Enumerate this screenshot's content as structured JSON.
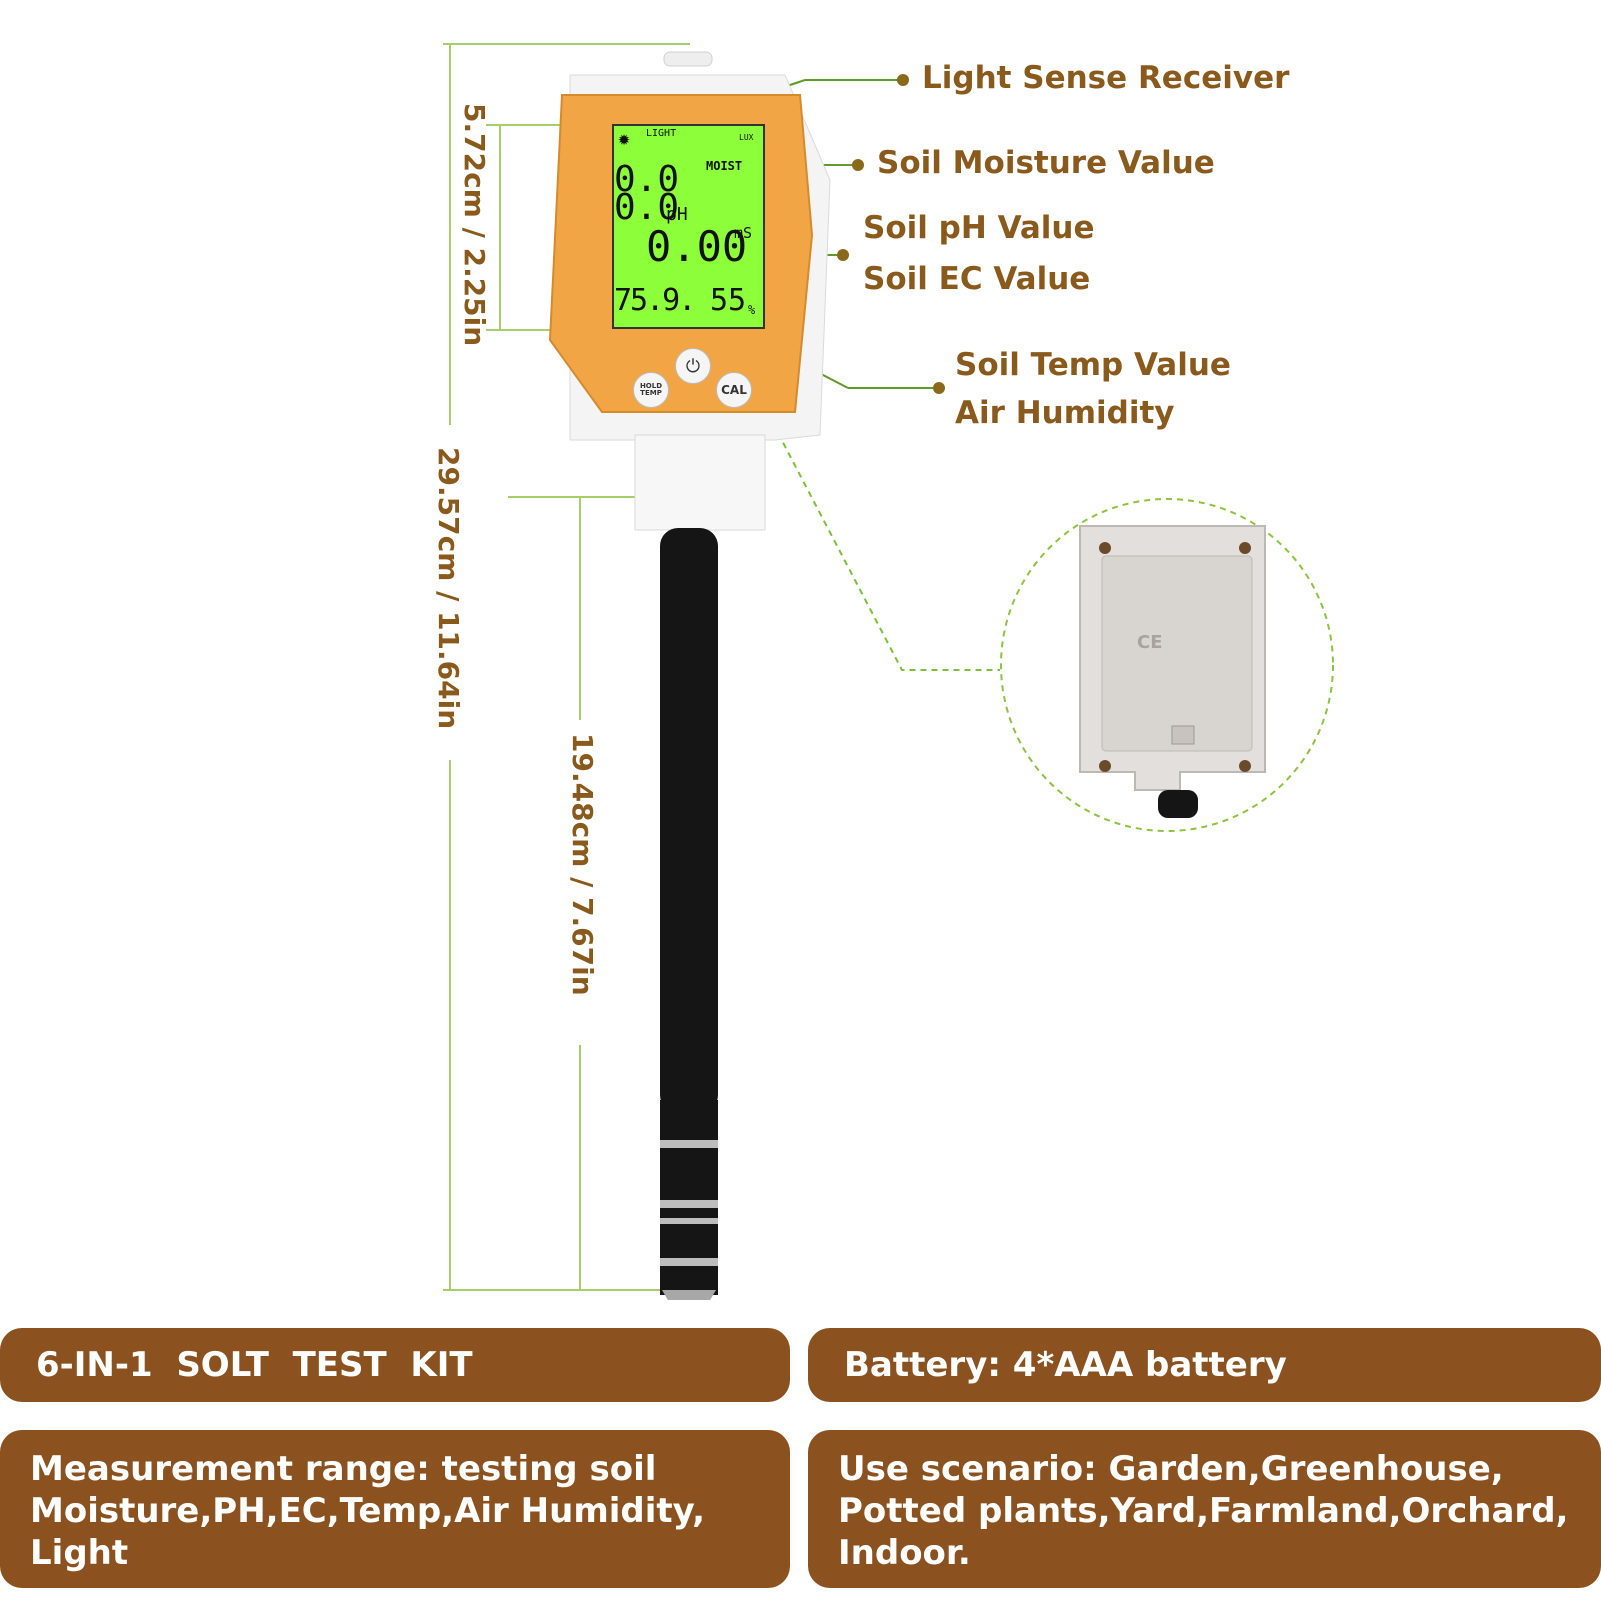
{
  "callouts": {
    "light_sense": "Light Sense Receiver",
    "soil_moisture": "Soil Moisture Value",
    "soil_ph": "Soil pH Value",
    "soil_ec": "Soil EC Value",
    "soil_temp": "Soil Temp Value",
    "air_humidity": "Air Humidity"
  },
  "dimensions": {
    "screen": "5.72cm / 2.25in",
    "total_length": "29.57cm / 11.64in",
    "probe_length": "19.48cm / 7.67in"
  },
  "device": {
    "lcd": {
      "light_label": "LIGHT",
      "moist_label": "MOIST",
      "moist_value": "0.0",
      "ph_value": "0.0",
      "ph_unit": "pH",
      "ec_value": "0.00",
      "ec_unit": "mS",
      "temp_value": "75.9.",
      "humidity_value": "55",
      "humidity_unit": "%",
      "lux_label": "LUX"
    },
    "buttons": {
      "hold_temp": "HOLD TEMP",
      "power_symbol": "⏻",
      "cal": "CAL"
    },
    "back_marking": "CE"
  },
  "banners": {
    "title": "6-IN-1  SOLT  TEST  KIT",
    "battery": "Battery: 4*AAA battery",
    "measurement": "Measurement range: testing soil Moisture,PH,EC,Temp,Air Humidity, Light",
    "use_scenario": "Use scenario: Garden,Greenhouse, Potted plants,Yard,Farmland,Orchard, Indoor."
  },
  "colors": {
    "banner_brown": "#8b5220",
    "label_brown": "#8a5a1c",
    "guide_green": "#8dbf3a",
    "device_orange": "#f2a544",
    "lcd_green": "#8dff3a",
    "probe_black": "#151515"
  }
}
